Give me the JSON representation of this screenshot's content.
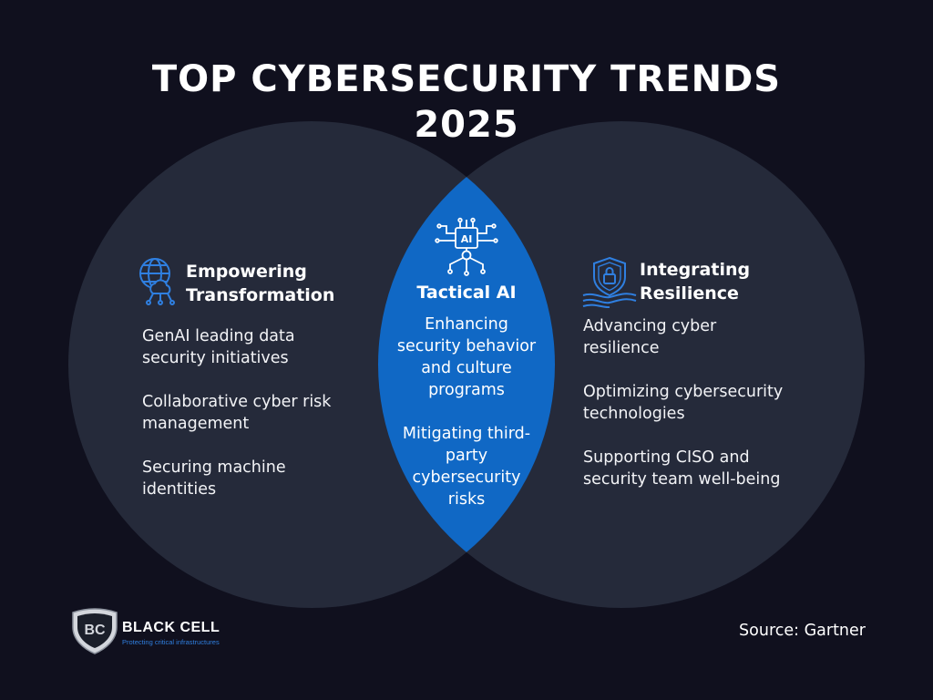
{
  "title": {
    "line1": "TOP CYBERSECURITY TRENDS",
    "line2": "2025"
  },
  "left": {
    "heading_line1": "Empowering",
    "heading_line2": "Transformation",
    "icon": "cloud-globe-network-icon",
    "items": [
      {
        "line1": "GenAI leading data",
        "line2": "security initiatives"
      },
      {
        "line1": "Collaborative cyber risk",
        "line2": "management"
      },
      {
        "line1": "Securing machine",
        "line2": "identities"
      }
    ]
  },
  "center": {
    "heading": "Tactical AI",
    "icon": "ai-circuit-icon",
    "icon_text": "AI",
    "items": [
      {
        "lines": [
          "Enhancing",
          "security behavior",
          "and culture",
          "programs"
        ]
      },
      {
        "lines": [
          "Mitigating third-",
          "party",
          "cybersecurity",
          "risks"
        ]
      }
    ]
  },
  "right": {
    "heading_line1": "Integrating",
    "heading_line2": "Resilience",
    "icon": "shield-lock-icon",
    "items": [
      {
        "line1": "Advancing cyber",
        "line2": "resilience"
      },
      {
        "line1": "Optimizing cybersecurity",
        "line2": "technologies"
      },
      {
        "line1": "Supporting CISO and",
        "line2": "security team well-being"
      }
    ]
  },
  "source": "Source: Gartner",
  "logo": {
    "monogram": "BC",
    "name": "BLACK CELL",
    "tagline": "Protecting critical infrastructures"
  },
  "colors": {
    "background": "#10101e",
    "circle": "#252a3a",
    "overlap": "#1068c5",
    "icon_accent": "#2f7fe0",
    "text": "#ffffff"
  }
}
